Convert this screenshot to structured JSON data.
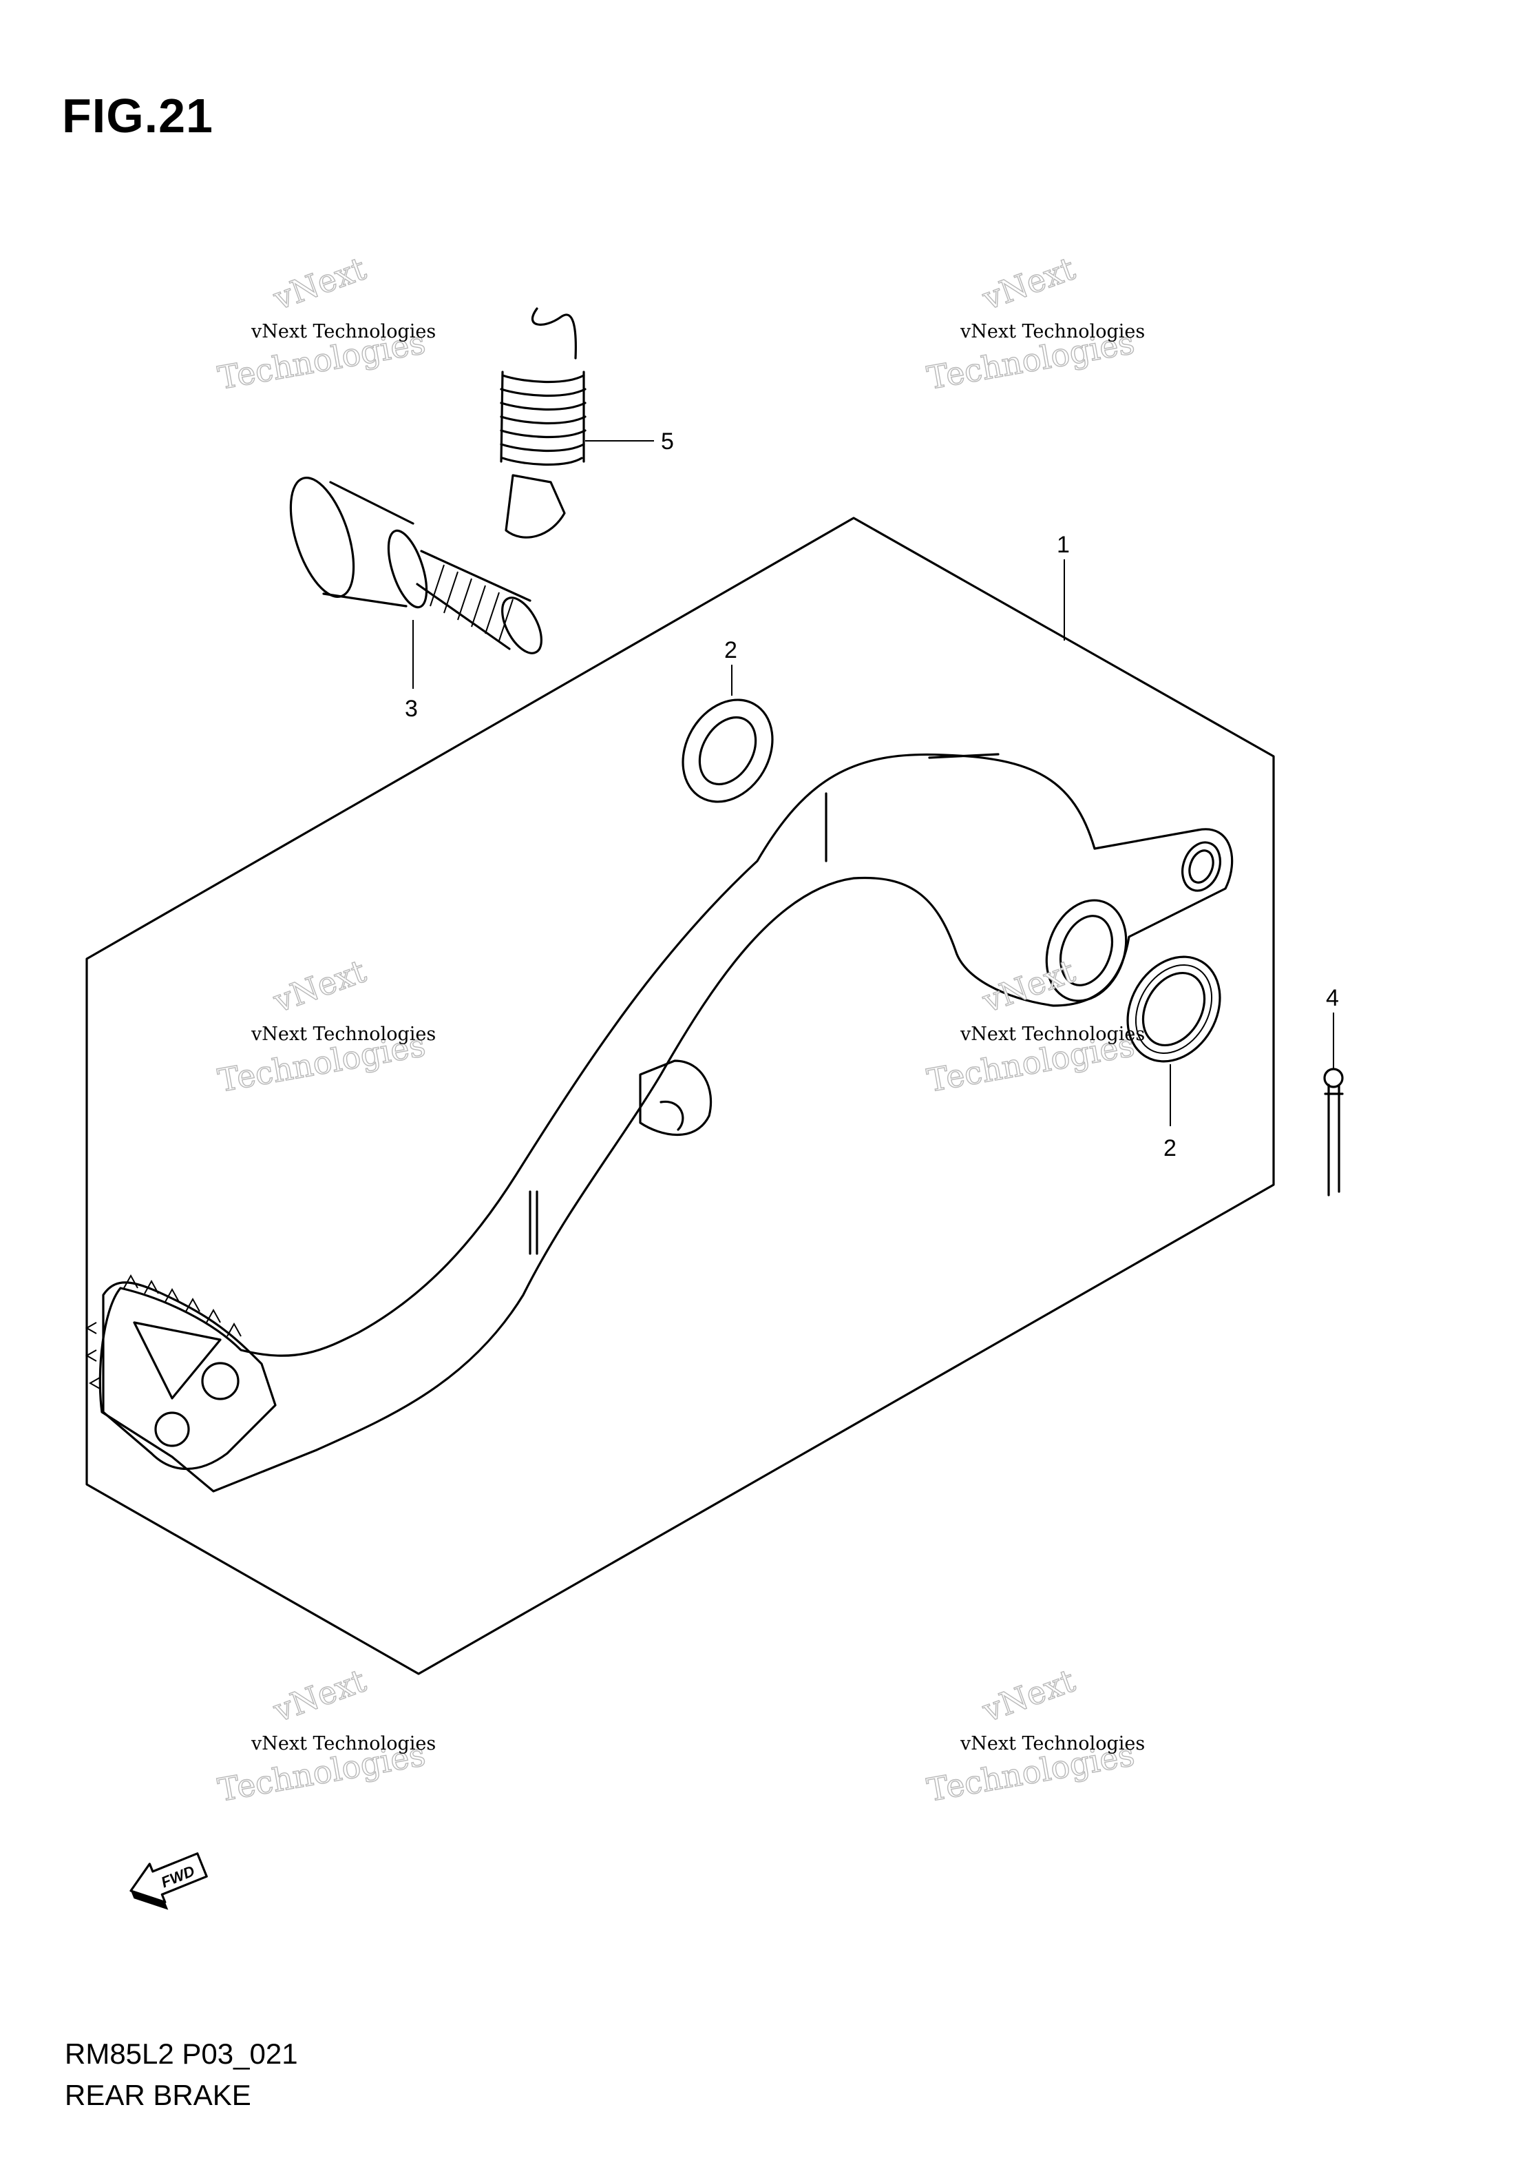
{
  "figure": {
    "title": "FIG.21",
    "code": "RM85L2 P03_021",
    "caption": "REAR BRAKE"
  },
  "callouts": {
    "part1": "1",
    "part2_upper": "2",
    "part2_lower": "2",
    "part3": "3",
    "part4": "4",
    "part5": "5"
  },
  "watermark": {
    "line1": "vNext Technologies",
    "line2": "vNext",
    "line3": "Technologies"
  },
  "direction_arrow": {
    "label": "FWD",
    "icon": "fwd-arrow-icon"
  }
}
